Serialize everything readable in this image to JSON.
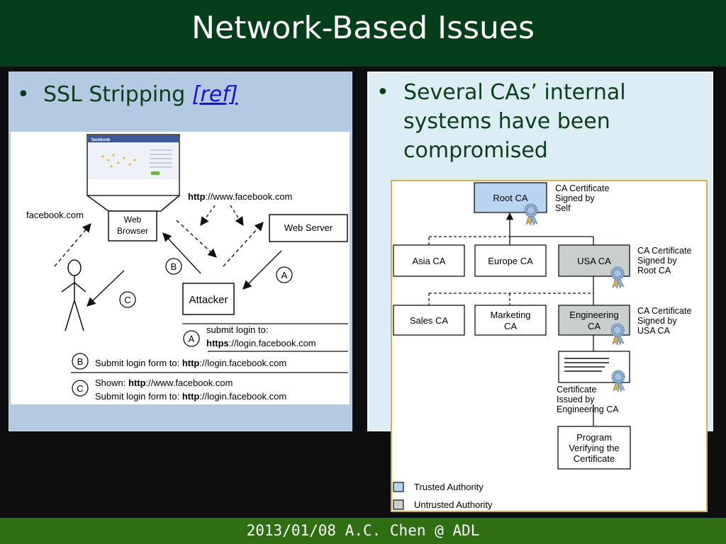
{
  "slide": {
    "title": "Network-Based Issues",
    "footer": "2013/01/08 A.C. Chen @ ADL"
  },
  "left_panel": {
    "bullet": "•",
    "text": "SSL Stripping ",
    "ref_link": "[ref]",
    "diagram": {
      "browser_brand": "facebook",
      "web_browser_label_1": "Web",
      "web_browser_label_2": "Browser",
      "web_server_label": "Web Server",
      "attacker_label": "Attacker",
      "facebook_domain": "facebook.com",
      "http_prefix": "http",
      "url_rest": "://www.facebook.com",
      "marker_a": "A",
      "marker_b": "B",
      "marker_c": "C",
      "legend_a_line1": "submit login to:",
      "legend_a_bold": "https",
      "legend_a_rest": "://login.facebook.com",
      "legend_b_text": "Submit login form to: ",
      "legend_b_bold": "http",
      "legend_b_rest": "://login.facebook.com",
      "legend_c1_text": "Shown: ",
      "legend_c1_bold": "http",
      "legend_c1_rest": "://www.facebook.com",
      "legend_c2_text": "Submit login form to: ",
      "legend_c2_bold": "http",
      "legend_c2_rest": "://login.facebook.com"
    }
  },
  "right_panel": {
    "bullet": "•",
    "line1": "Several CAs’ internal",
    "line2": "systems have  been",
    "line3": "compromised",
    "diagram": {
      "root_ca": "Root CA",
      "root_note_1": "CA Certificate",
      "root_note_2": "Signed by",
      "root_note_3": "Self",
      "asia_ca": "Asia CA",
      "europe_ca": "Europe CA",
      "usa_ca": "USA CA",
      "usa_note_1": "CA Certificate",
      "usa_note_2": "Signed by",
      "usa_note_3": "Root CA",
      "sales_ca": "Sales CA",
      "marketing_1": "Marketing",
      "marketing_2": "CA",
      "engineering_1": "Engineering",
      "engineering_2": "CA",
      "eng_note_1": "CA Certificate",
      "eng_note_2": "Signed by",
      "eng_note_3": "USA CA",
      "cert_note_1": "Certificate",
      "cert_note_2": "Issued by",
      "cert_note_3": "Engineering CA",
      "program_1": "Program",
      "program_2": "Verifying the",
      "program_3": "Certificate",
      "legend_trusted": "Trusted Authority",
      "legend_untrusted": "Untrusted Authority"
    }
  },
  "colors": {
    "title_bar": "#053e1a",
    "footer_bar": "#2f6e12",
    "bullet_text": "#0b3d1a",
    "trusted_fill": "#b8d4f0",
    "untrusted_fill": "#c8cfcc"
  }
}
